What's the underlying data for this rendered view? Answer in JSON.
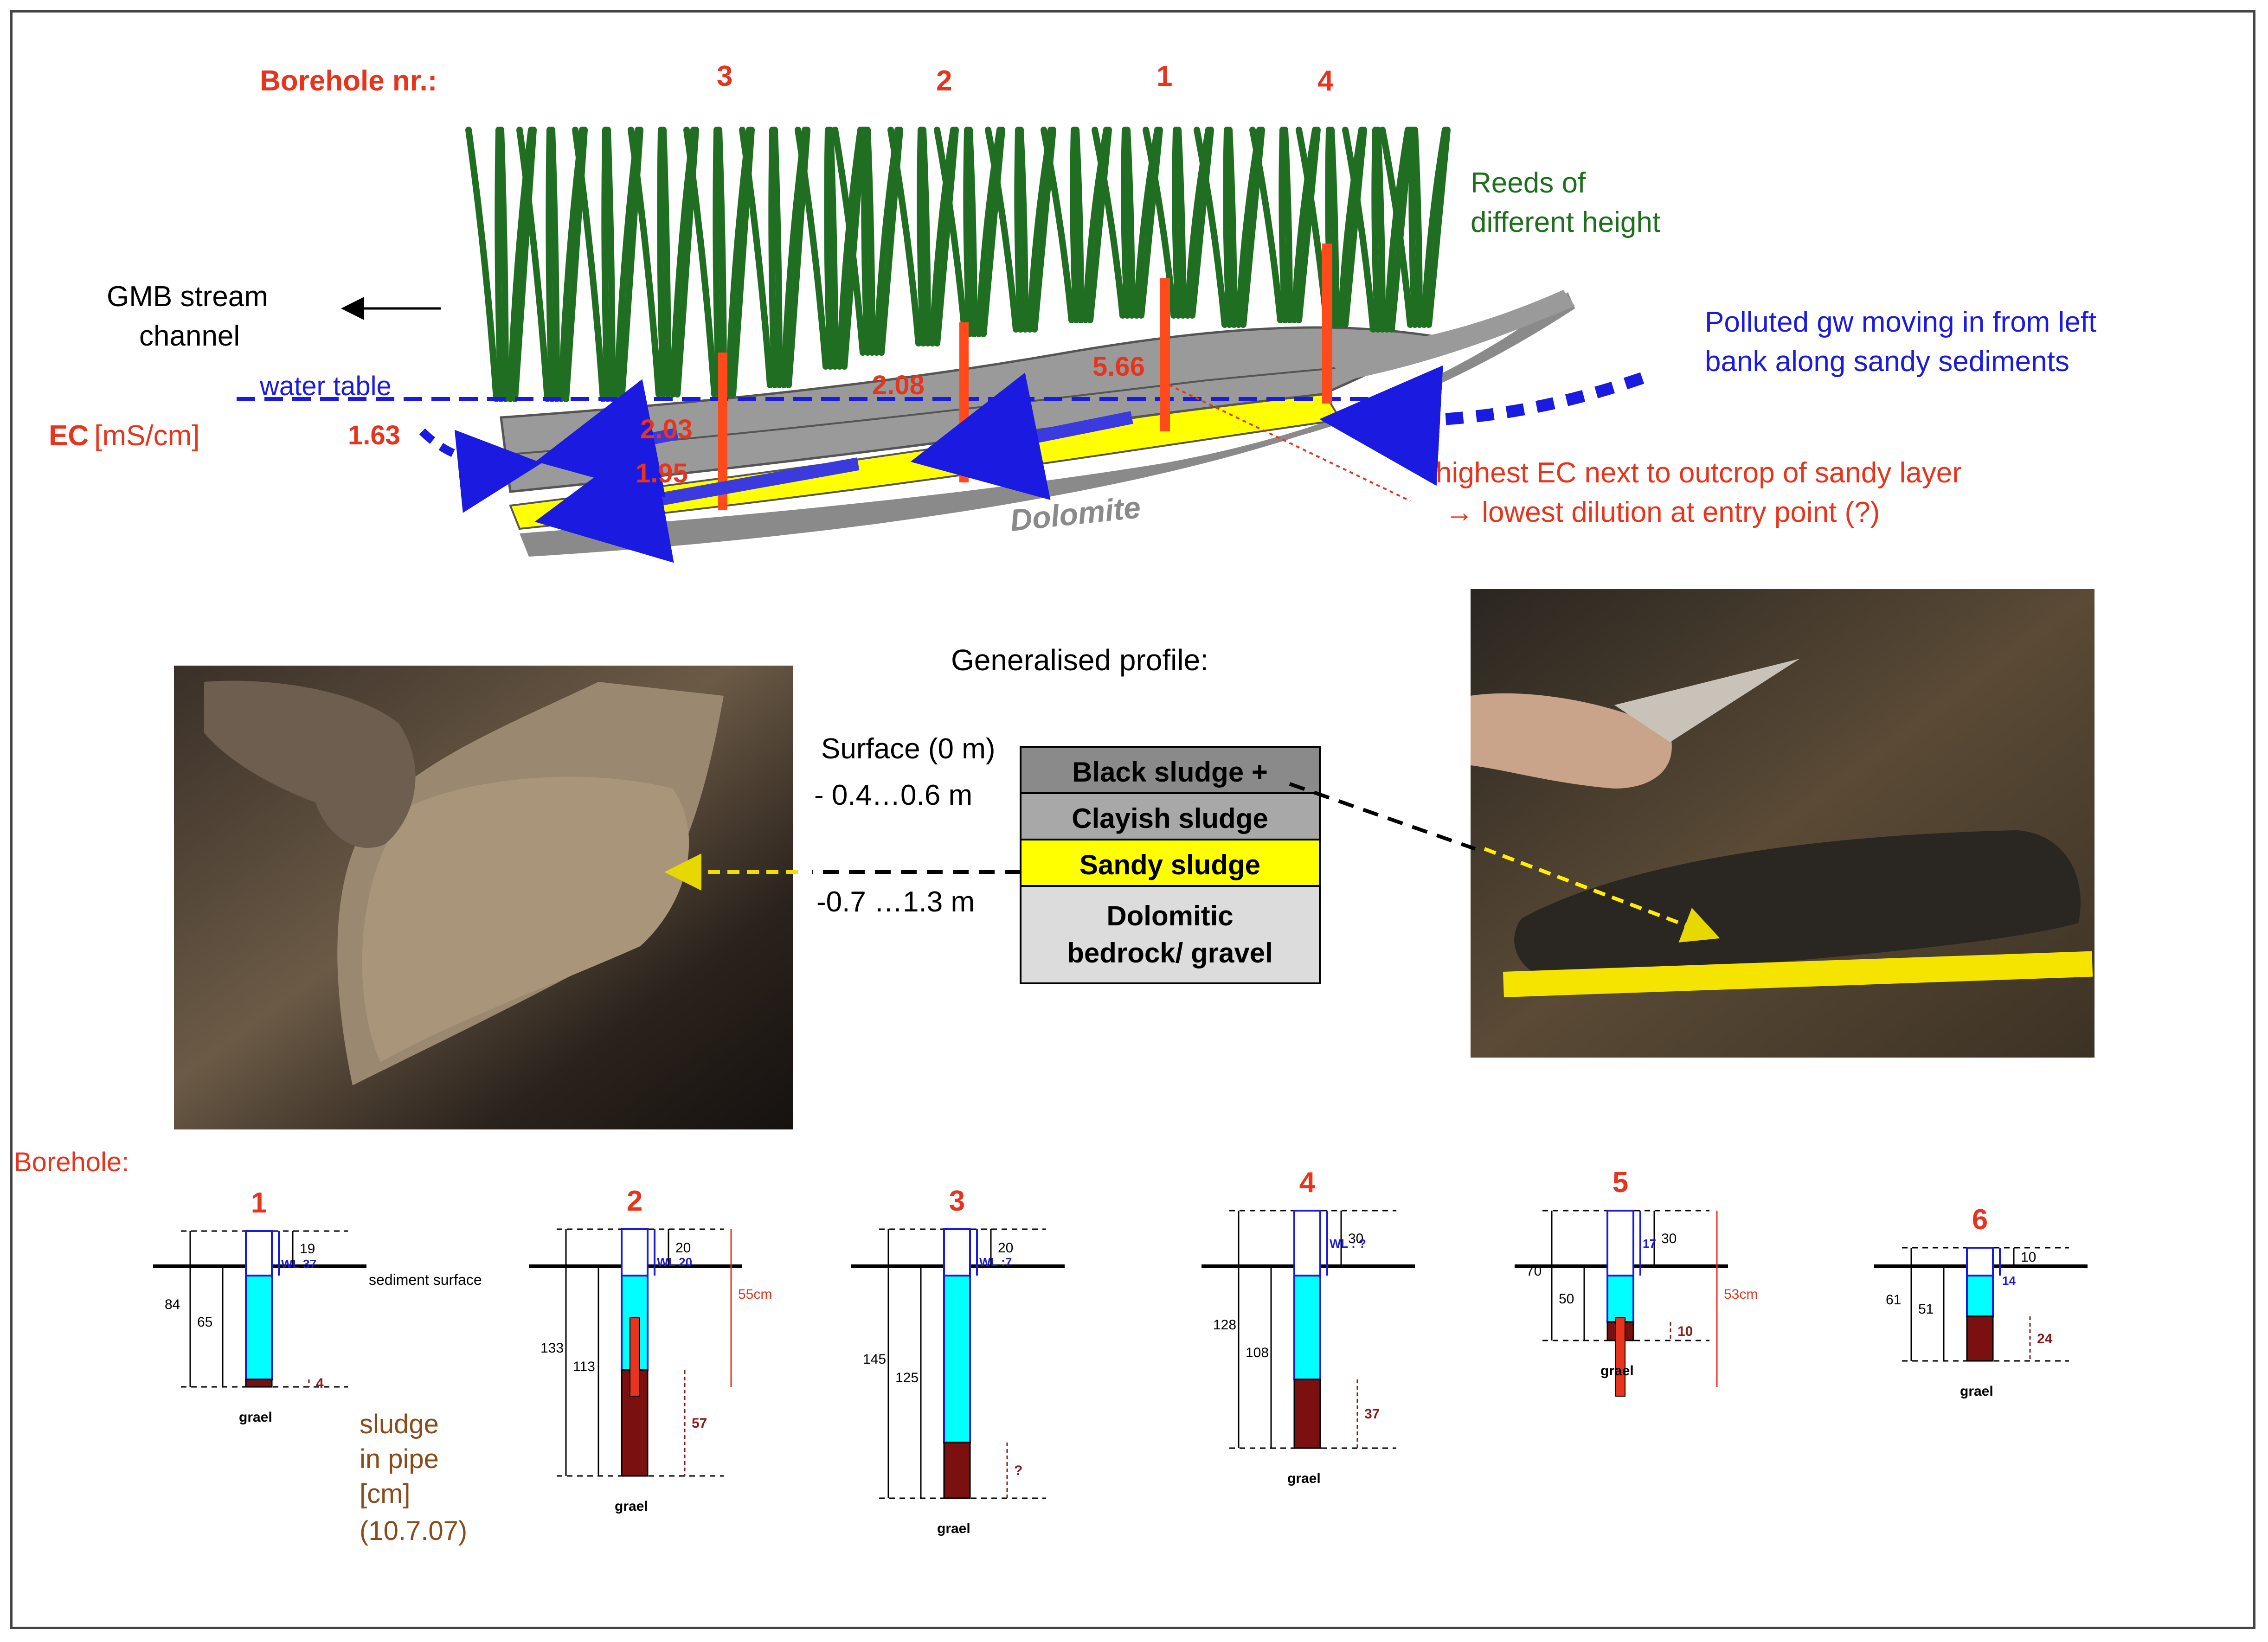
{
  "title_cross_section": {
    "borehole_label": "Borehole nr.:",
    "borehole_numbers": [
      "3",
      "2",
      "1",
      "4"
    ],
    "reeds_label_1": "Reeds of",
    "reeds_label_2": "different height",
    "gmb_label_1": "GMB stream",
    "gmb_label_2": "channel",
    "water_table_label": "water table",
    "ec_label": "EC",
    "ec_unit": "[mS/cm]",
    "ec_values": [
      "1.63",
      "2.03",
      "1.95",
      "2.08",
      "5.66"
    ],
    "polluted_label_1": "Polluted gw moving in from left",
    "polluted_label_2": "bank along sandy sediments",
    "highest_ec_label_1": "highest EC next to outcrop of sandy layer",
    "highest_ec_label_2": "→ lowest dilution at entry point (?)",
    "dolomite_label": "Dolomite"
  },
  "profile": {
    "title": "Generalised profile:",
    "surface_label": "Surface (0 m)",
    "depth_1": "- 0.4…0.6 m",
    "depth_2": "-0.7 …1.3 m",
    "layers": [
      "Black sludge +",
      "Clayish sludge",
      "Sandy sludge",
      "Dolomitic",
      "bedrock/ gravel"
    ]
  },
  "boreholes": {
    "label": "Borehole:",
    "sediment_surface": "sediment surface",
    "sludge_note": [
      "sludge",
      "in pipe",
      "[cm]",
      "(10.7.07)"
    ],
    "gravel": "grael",
    "items": [
      {
        "num": "1",
        "wl": "WL 37",
        "top": "19",
        "total": "84",
        "inner": "65",
        "sludge": "4"
      },
      {
        "num": "2",
        "wl": "WL 20",
        "top": "20",
        "total": "133",
        "inner": "113",
        "sludge": "57",
        "red": "55cm"
      },
      {
        "num": "3",
        "wl": "WL :7",
        "top": "20",
        "total": "145",
        "inner": "125",
        "sludge": "?"
      },
      {
        "num": "4",
        "wl": "WL : ?",
        "top": "30",
        "total": "128",
        "inner": "108",
        "sludge": "37"
      },
      {
        "num": "5",
        "wl": "17",
        "top": "30",
        "total": "70",
        "inner": "50",
        "sludge": "10",
        "red": "53cm"
      },
      {
        "num": "6",
        "wl": "14",
        "top": "10",
        "total": "61",
        "inner": "51",
        "sludge": "24"
      }
    ]
  },
  "colors": {
    "red": "#e8341c",
    "blue": "#1a1ae0",
    "green": "#1e6e1e",
    "sand": "#ffff00",
    "water": "#00ffff",
    "sludge": "#7a1010"
  }
}
